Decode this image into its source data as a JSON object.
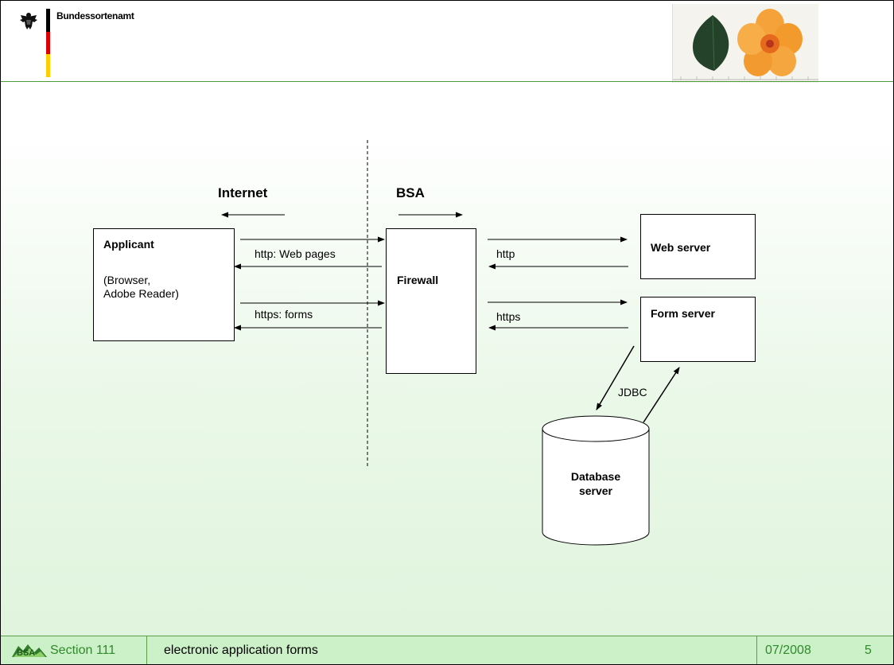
{
  "header": {
    "ministry_name": "Bundessortenamt"
  },
  "diagram": {
    "zone_left": "Internet",
    "zone_right": "BSA",
    "applicant": {
      "title": "Applicant",
      "line1": "(Browser,",
      "line2": "Adobe Reader)"
    },
    "firewall": "Firewall",
    "web_server": "Web server",
    "form_server": "Form server",
    "database": {
      "line1": "Database",
      "line2": "server"
    },
    "edge_http_web_pages": "http: Web pages",
    "edge_https_forms": "https: forms",
    "edge_http": "http",
    "edge_https": "https",
    "edge_jdbc": "JDBC"
  },
  "footer": {
    "section": "Section 111",
    "title": "electronic application forms",
    "date": "07/2008",
    "page": "5"
  }
}
